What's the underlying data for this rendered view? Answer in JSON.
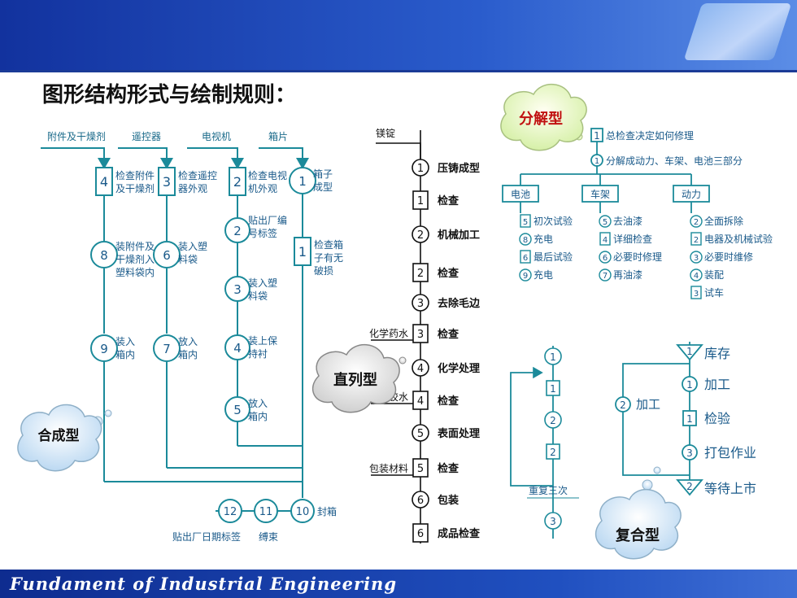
{
  "slide": {
    "title": "图形结构形式与绘制规则：",
    "footer": "Fundament of Industrial Engineering"
  },
  "clouds": {
    "synthesis": "合成型",
    "direct": "直列型",
    "decompose": "分解型",
    "complex": "复合型"
  },
  "synth": {
    "parts": [
      "附件及干燥剂",
      "遥控器",
      "电视机",
      "箱片"
    ],
    "col1": {
      "n1": "4",
      "t1": "检查附件及干燥剂",
      "n2": "8",
      "t2": "装附件及干燥剂入塑料袋内",
      "n3": "9",
      "t3": "装入箱内"
    },
    "col2": {
      "n1": "3",
      "t1": "检查遥控器外观",
      "n2": "6",
      "t2": "装入塑料袋",
      "n3": "7",
      "t3": "放入箱内"
    },
    "col3": {
      "n1": "2",
      "t1": "检查电视机外观",
      "n2": "2",
      "t2": "贴出厂编号标签",
      "n3": "3",
      "t3": "装入塑料袋",
      "n4": "4",
      "t4": "装上保持衬",
      "n5": "5",
      "t5": "放入箱内"
    },
    "col4": {
      "n1": "1",
      "t1": "箱子成型",
      "n2": "1",
      "t2": "检查箱子有无破损"
    },
    "bottom": {
      "n12": "12",
      "n11": "11",
      "n10": "10",
      "seal": "封箱",
      "label1": "贴出厂日期标签",
      "label2": "缚束"
    }
  },
  "direct": {
    "material": "镁锭",
    "steps": [
      {
        "n": "1",
        "t": "压铸成型"
      },
      {
        "n": "1",
        "t": "检查"
      },
      {
        "n": "2",
        "t": "机械加工"
      },
      {
        "n": "2",
        "t": "检查"
      },
      {
        "n": "3",
        "t": "去除毛边"
      },
      {
        "n": "3",
        "t": "检查"
      },
      {
        "n": "4",
        "t": "化学处理"
      },
      {
        "n": "4",
        "t": "检查"
      },
      {
        "n": "5",
        "t": "表面处理"
      },
      {
        "n": "5",
        "t": "检查"
      },
      {
        "n": "6",
        "t": "包装"
      },
      {
        "n": "6",
        "t": "成品检查"
      }
    ],
    "inputs": [
      "化学药水",
      "油漆胶水",
      "包装材料"
    ]
  },
  "decompose": {
    "top1": {
      "n": "1",
      "t": "总检查决定如何修理"
    },
    "top2": {
      "n": "1",
      "t": "分解成动力、车架、电池三部分"
    },
    "branches": [
      "电池",
      "车架",
      "动力"
    ],
    "battery": [
      {
        "n": "5",
        "t": "初次试验"
      },
      {
        "n": "8",
        "t": "充电"
      },
      {
        "n": "6",
        "t": "最后试验"
      },
      {
        "n": "9",
        "t": "充电"
      }
    ],
    "frame": [
      {
        "n": "5",
        "t": "去油漆"
      },
      {
        "n": "4",
        "t": "详细检查"
      },
      {
        "n": "6",
        "t": "必要时修理"
      },
      {
        "n": "7",
        "t": "再油漆"
      }
    ],
    "power": [
      {
        "n": "2",
        "t": "全面拆除"
      },
      {
        "n": "2",
        "t": "电器及机械试验"
      },
      {
        "n": "3",
        "t": "必要时维修"
      },
      {
        "n": "4",
        "t": "装配"
      },
      {
        "n": "3",
        "t": "试车"
      }
    ]
  },
  "repeat": {
    "nodes": [
      "1",
      "1",
      "2",
      "2",
      "3"
    ],
    "label": "重复三次"
  },
  "complex": {
    "store": {
      "n": "1",
      "t": "库存"
    },
    "process": {
      "n": "1",
      "t": "加工"
    },
    "process2": {
      "n": "2",
      "t": "加工"
    },
    "inspect": {
      "n": "1",
      "t": "检验"
    },
    "pack": {
      "n": "3",
      "t": "打包作业"
    },
    "wait": {
      "n": "2",
      "t": "等待上市"
    }
  }
}
